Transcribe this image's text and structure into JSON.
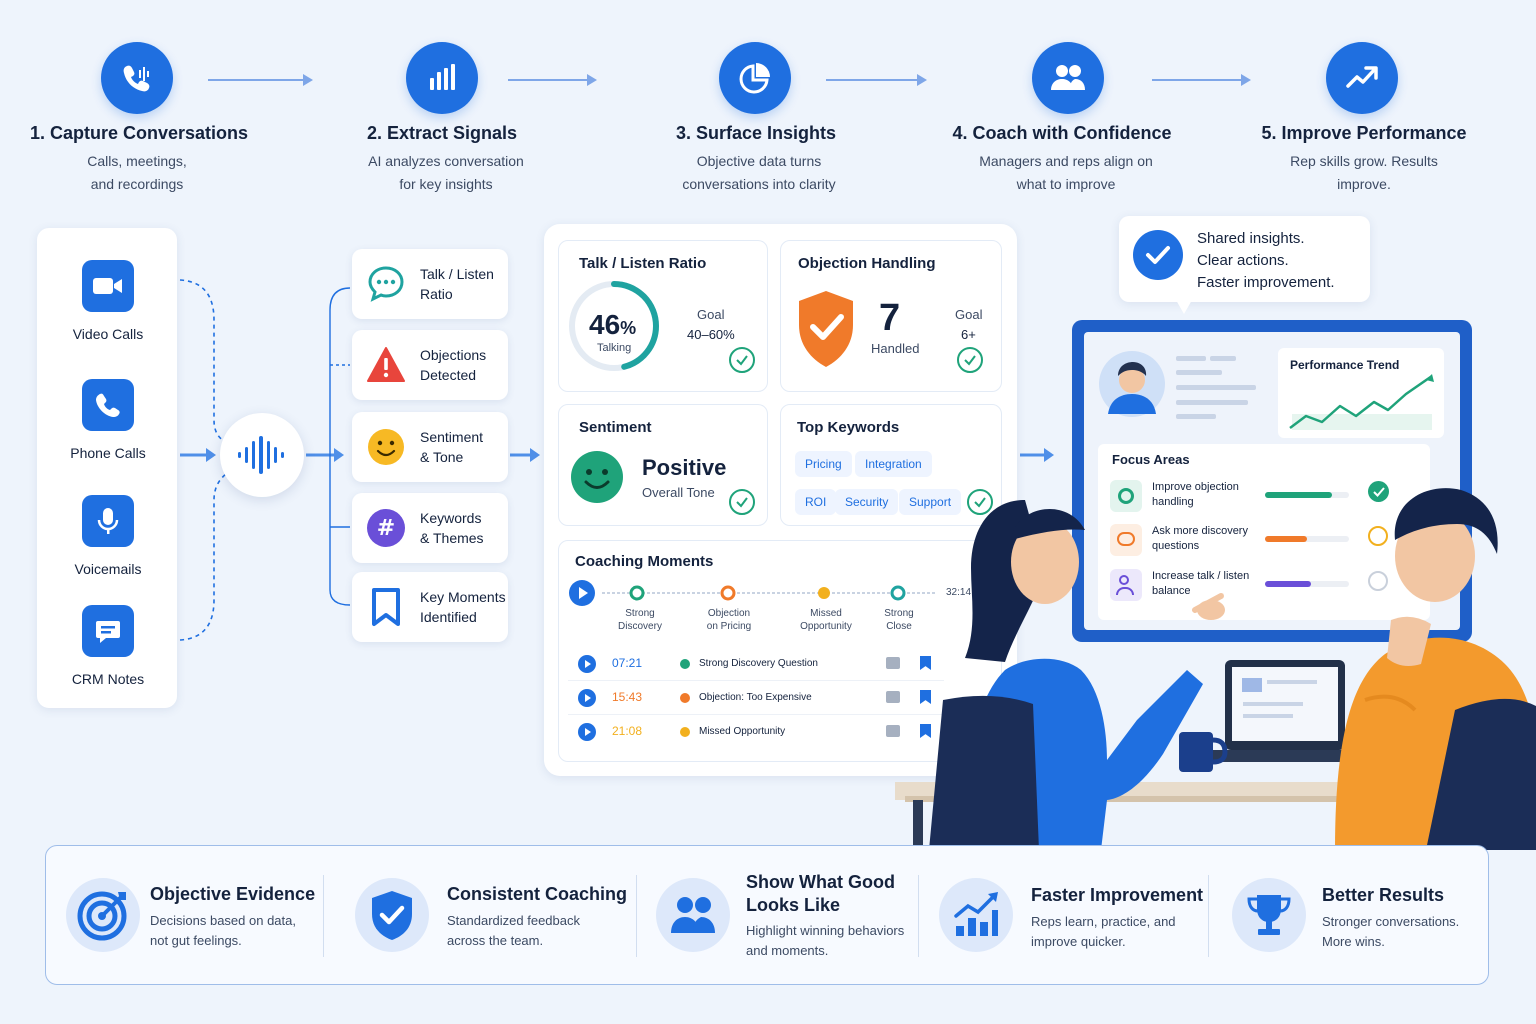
{
  "steps": [
    {
      "title": "1. Capture Conversations",
      "desc1": "Calls, meetings,",
      "desc2": "and recordings",
      "icon": "phone-wave-icon"
    },
    {
      "title": "2. Extract Signals",
      "desc1": "AI analyzes conversation",
      "desc2": "for key insights",
      "icon": "bar-chart-icon"
    },
    {
      "title": "3. Surface Insights",
      "desc1": "Objective data turns",
      "desc2": "conversations into clarity",
      "icon": "pie-chart-icon"
    },
    {
      "title": "4. Coach with Confidence",
      "desc1": "Managers and reps align on",
      "desc2": "what to improve",
      "icon": "users-icon"
    },
    {
      "title": "5. Improve Performance",
      "desc1": "Rep skills grow. Results",
      "desc2": "improve.",
      "icon": "trend-up-icon"
    }
  ],
  "sources": [
    "Video Calls",
    "Phone Calls",
    "Voicemails",
    "CRM Notes"
  ],
  "signals": [
    {
      "line1": "Talk / Listen",
      "line2": "Ratio"
    },
    {
      "line1": "Objections",
      "line2": "Detected"
    },
    {
      "line1": "Sentiment",
      "line2": "& Tone"
    },
    {
      "line1": "Keywords",
      "line2": "& Themes"
    },
    {
      "line1": "Key Moments",
      "line2": "Identified"
    }
  ],
  "talk_listen": {
    "title": "Talk / Listen Ratio",
    "value": "46",
    "unit": "%",
    "sub": "Talking",
    "goal_label": "Goal",
    "goal": "40–60%",
    "fraction": 0.46
  },
  "objection": {
    "title": "Objection Handling",
    "value": "7",
    "sub": "Handled",
    "goal_label": "Goal",
    "goal": "6+"
  },
  "sentiment": {
    "title": "Sentiment",
    "value": "Positive",
    "sub": "Overall Tone"
  },
  "keywords": {
    "title": "Top Keywords",
    "items": [
      "Pricing",
      "Integration",
      "ROI",
      "Security",
      "Support"
    ]
  },
  "coaching": {
    "title": "Coaching Moments",
    "duration": "32:14",
    "markers": [
      {
        "line1": "Strong",
        "line2": "Discovery"
      },
      {
        "line1": "Objection",
        "line2": "on Pricing"
      },
      {
        "line1": "Missed",
        "line2": "Opportunity"
      },
      {
        "line1": "Strong",
        "line2": "Close"
      }
    ],
    "rows": [
      {
        "time": "07:21",
        "label": "Strong Discovery Question",
        "color": "#1fa37a"
      },
      {
        "time": "15:43",
        "label": "Objection: Too Expensive",
        "color": "#f07a2a"
      },
      {
        "time": "21:08",
        "label": "Missed Opportunity",
        "color": "#f2b01e"
      }
    ]
  },
  "shared": {
    "line1": "Shared insights.",
    "line2": "Clear actions.",
    "line3": "Faster improvement."
  },
  "monitor": {
    "trend_title": "Performance Trend",
    "focus_title": "Focus Areas",
    "focus": [
      {
        "line1": "Improve objection",
        "line2": "handling",
        "color": "#1fa37a",
        "progress": 0.8,
        "status": "done"
      },
      {
        "line1": "Ask more discovery",
        "line2": "questions",
        "color": "#f07a2a",
        "progress": 0.5,
        "status": "in-progress"
      },
      {
        "line1": "Increase talk / listen",
        "line2": "balance",
        "color": "#6a4fd8",
        "progress": 0.55,
        "status": "pending"
      }
    ]
  },
  "benefits": [
    {
      "title1": "Objective Evidence",
      "title2": "",
      "desc1": "Decisions based on data,",
      "desc2": "not gut feelings.",
      "icon": "target-icon"
    },
    {
      "title1": "Consistent Coaching",
      "title2": "",
      "desc1": "Standardized feedback",
      "desc2": "across the team.",
      "icon": "shield-check-icon"
    },
    {
      "title1": "Show What Good",
      "title2": "Looks Like",
      "desc1": "Highlight winning behaviors",
      "desc2": "and moments.",
      "icon": "users-icon"
    },
    {
      "title1": "Faster Improvement",
      "title2": "",
      "desc1": "Reps learn, practice, and",
      "desc2": "improve quicker.",
      "icon": "growth-chart-icon"
    },
    {
      "title1": "Better Results",
      "title2": "",
      "desc1": "Stronger conversations.",
      "desc2": "More wins.",
      "icon": "trophy-icon"
    }
  ],
  "colors": {
    "accent": "#1f6fe0",
    "green": "#1fa37a",
    "orange": "#f07a2a",
    "yellow": "#f2b01e",
    "purple": "#6a4fd8",
    "red": "#e8453c"
  }
}
